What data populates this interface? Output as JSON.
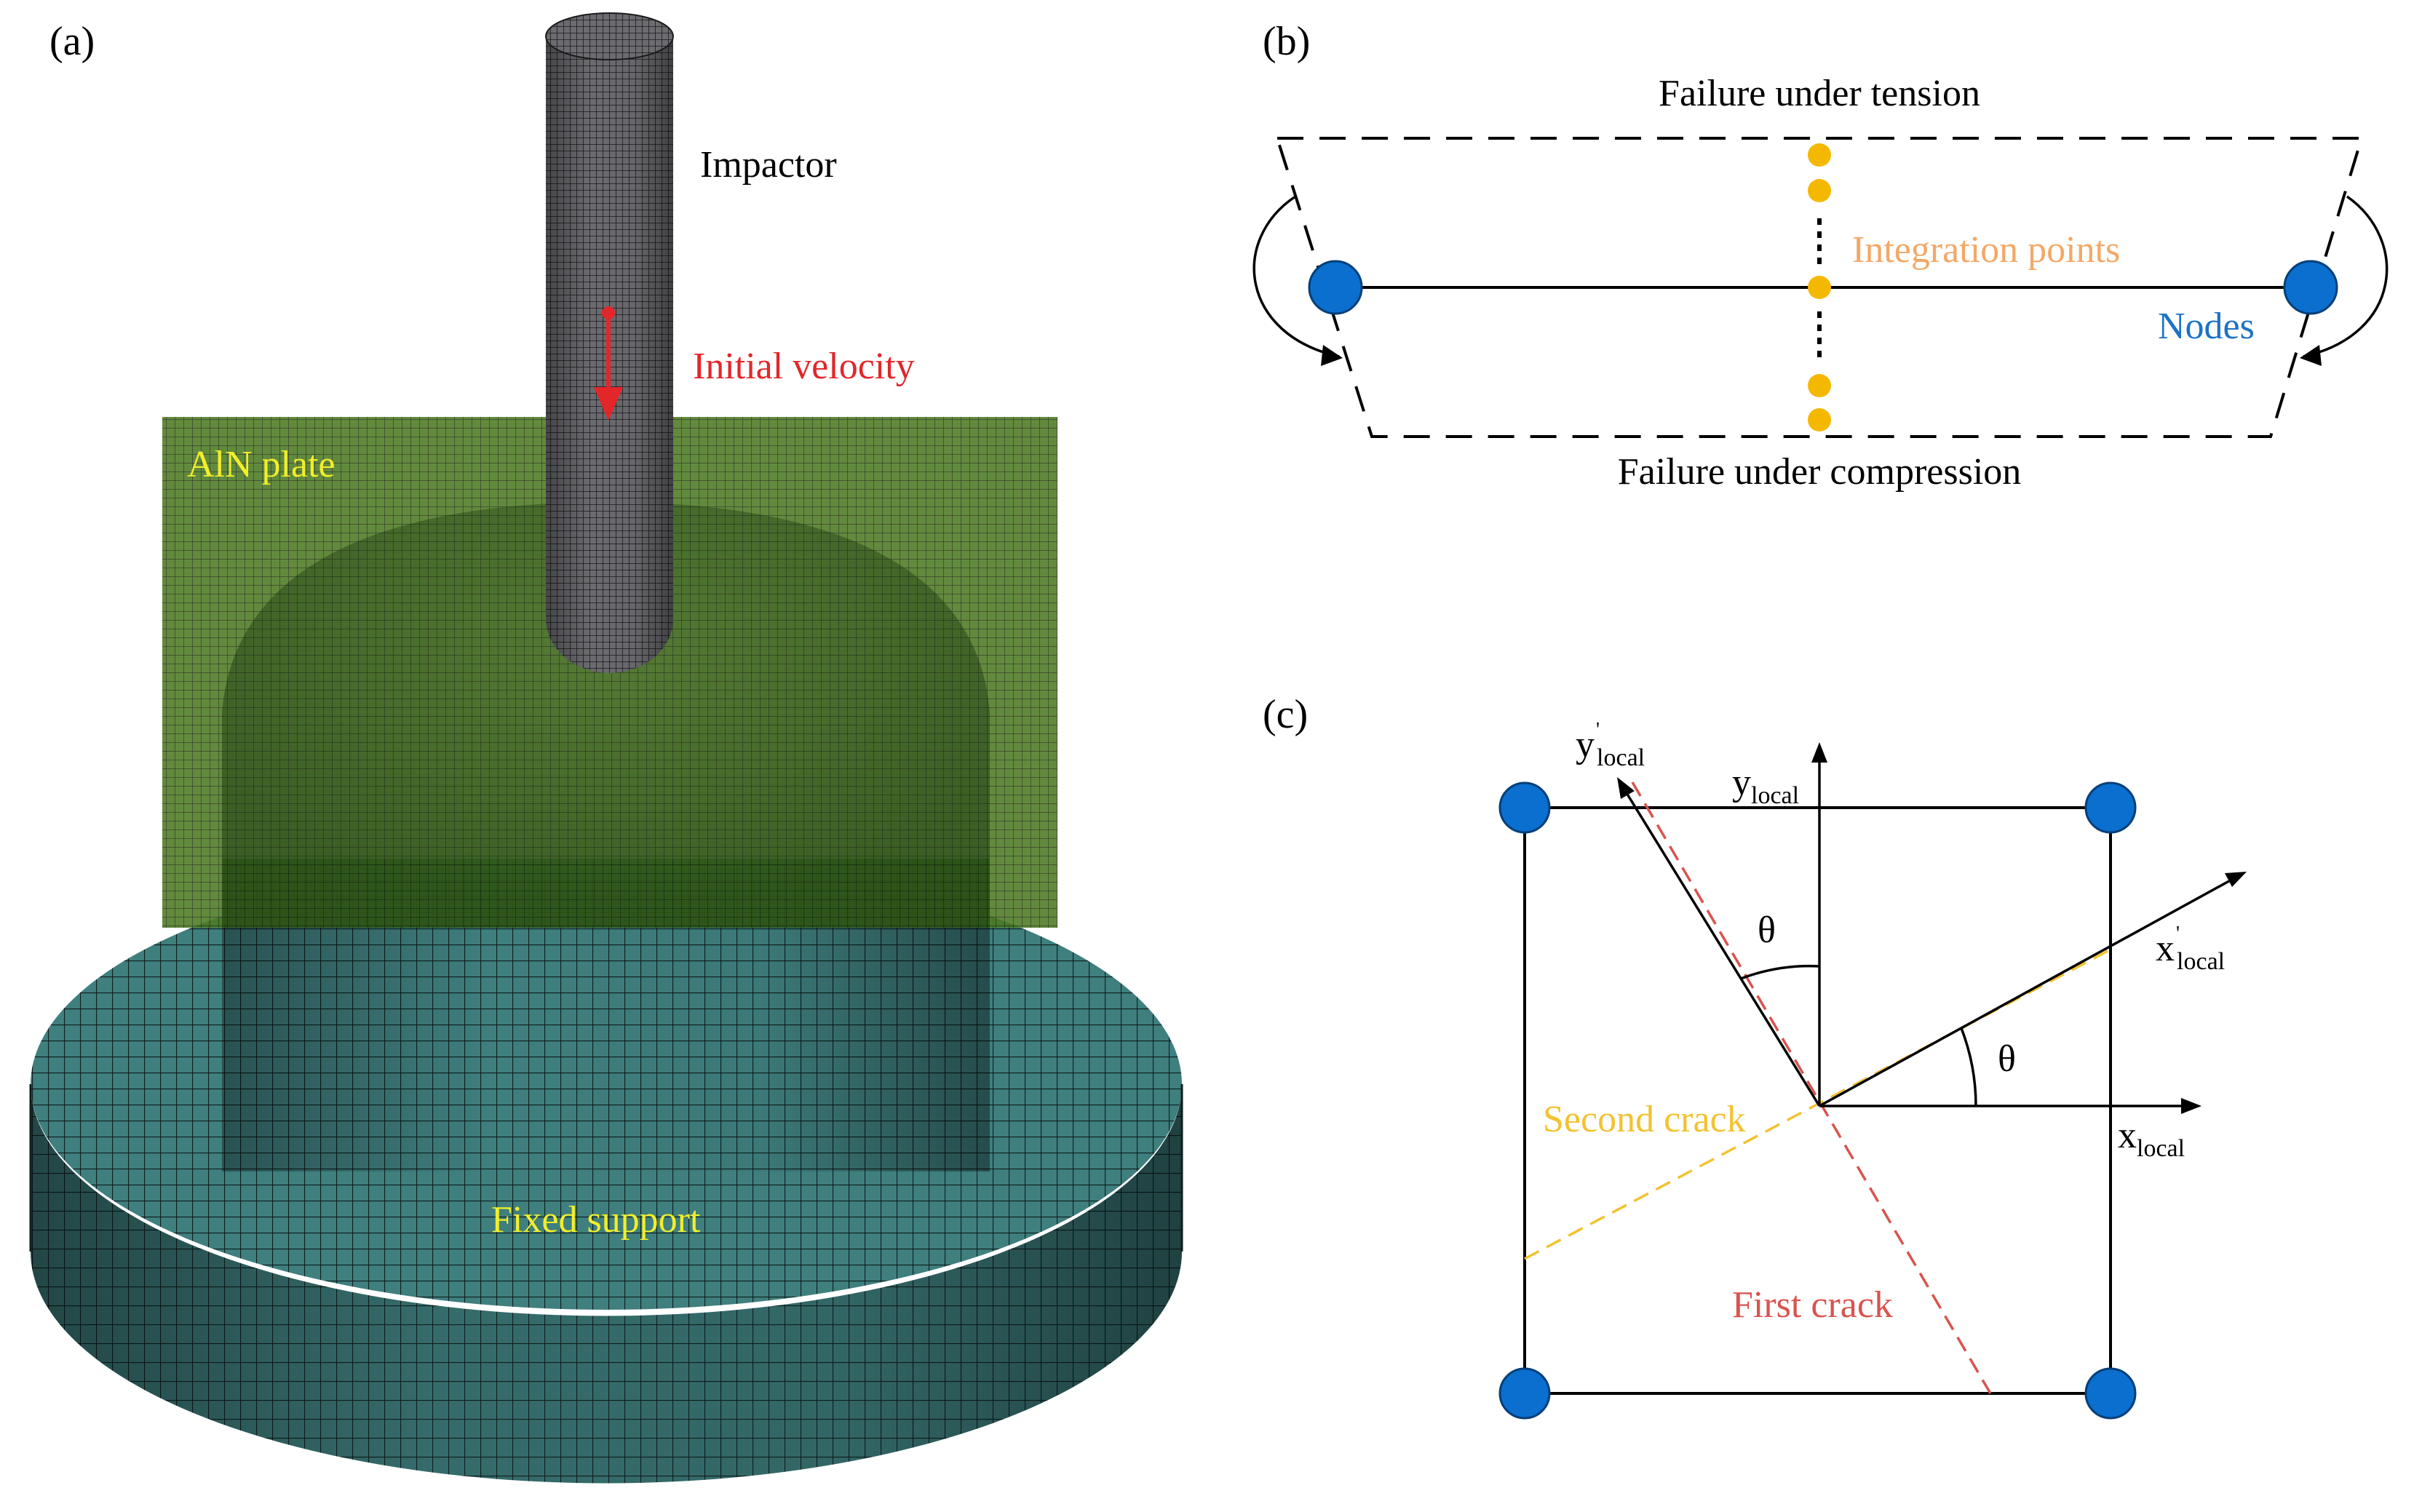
{
  "panel_a": {
    "label": "(a)",
    "impactor_label": "Impactor",
    "velocity_label": "Initial velocity",
    "plate_label": "AlN plate",
    "support_label": "Fixed support",
    "colors": {
      "impactor": "#5b5b5f",
      "plate": "#4f7a22",
      "support": "#3e7d7c",
      "mesh_line": "#111111",
      "velocity": "#e3262a",
      "plate_text": "#f2ee2a",
      "support_text": "#f2ee2a"
    }
  },
  "panel_b": {
    "label": "(b)",
    "tension_label": "Failure under tension",
    "compression_label": "Failure under compression",
    "integration_label": "Integration points",
    "nodes_label": "Nodes",
    "colors": {
      "node": "#0a6fcf",
      "integration_point": "#f5b800",
      "integration_text": "#f3a867",
      "nodes_text": "#1b73c6"
    }
  },
  "panel_c": {
    "label": "(c)",
    "angle_symbol": "θ",
    "y_local_prime": {
      "base": "y",
      "mark": "'",
      "sub": "local"
    },
    "y_local": {
      "base": "y",
      "sub": "local"
    },
    "x_local_prime": {
      "base": "x",
      "mark": "'",
      "sub": "local"
    },
    "x_local": {
      "base": "x",
      "sub": "local"
    },
    "first_crack_label": "First crack",
    "second_crack_label": "Second crack",
    "colors": {
      "node": "#0a6fcf",
      "first_crack": "#d9534f",
      "second_crack": "#f2c230"
    }
  }
}
